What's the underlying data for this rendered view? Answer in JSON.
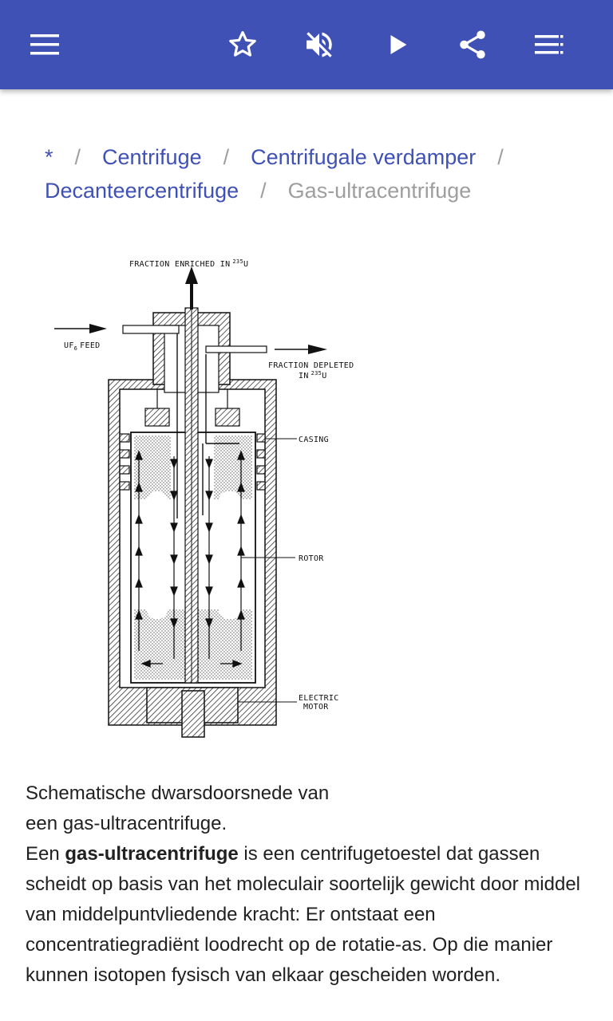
{
  "appbar": {
    "color": "#3f51b5",
    "icons": {
      "menu": "menu-icon",
      "favorite": "star-outline-icon",
      "mute": "volume-off-icon",
      "play": "play-icon",
      "share": "share-icon",
      "toc": "list-icon"
    }
  },
  "breadcrumb": {
    "items": [
      "*",
      "Centrifuge",
      "Centrifugale verdamper",
      "Decanteercentrifuge",
      "Gas-ultracentrifuge"
    ],
    "separator": "/"
  },
  "figure": {
    "labels": {
      "top": "FRACTION ENRICHED IN",
      "top_sup": "235",
      "top_unit": "U",
      "feed": "UF",
      "feed_sub": "6",
      "feed_word": "FEED",
      "depleted_1": "FRACTION DEPLETED",
      "depleted_2": "IN",
      "depleted_sup": "235",
      "depleted_unit": "U",
      "casing": "CASING",
      "rotor": "ROTOR",
      "motor_1": "ELECTRIC",
      "motor_2": "MOTOR"
    }
  },
  "article": {
    "caption_line1": "Schematische dwarsdoorsnede van",
    "caption_line2": "een gas-ultracentrifuge.",
    "body_prefix": "Een ",
    "body_bold": "gas-ultracentrifuge",
    "body_rest": " is een centrifugetoestel dat gassen scheidt op basis van het moleculair soortelijk gewicht door middel van middelpuntvliedende kracht: Er ontstaat een concentratiegradiënt loodrecht op de rotatie-as. Op die manier kunnen isotopen fysisch van elkaar gescheiden worden."
  }
}
